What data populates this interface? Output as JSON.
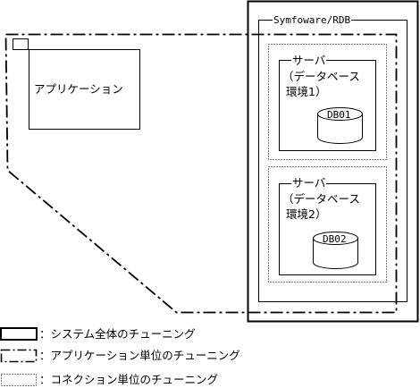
{
  "system": {
    "label": "Symfoware/RDB"
  },
  "application": {
    "label": "アプリケーション"
  },
  "servers": [
    {
      "title": "サーバ",
      "env_line1": "（データベース",
      "env_line2": "環境1）",
      "db": "DB01"
    },
    {
      "title": "サーバ",
      "env_line1": "（データベース",
      "env_line2": "環境2）",
      "db": "DB02"
    }
  ],
  "legend": [
    {
      "style": "solid-thick",
      "label": "：システム全体のチューニング"
    },
    {
      "style": "dash-dot",
      "label": "：アプリケーション単位のチューニング"
    },
    {
      "style": "dotted",
      "label": "：コネクション単位のチューニング"
    }
  ],
  "colors": {
    "line": "#000000",
    "background": "#ffffff"
  }
}
